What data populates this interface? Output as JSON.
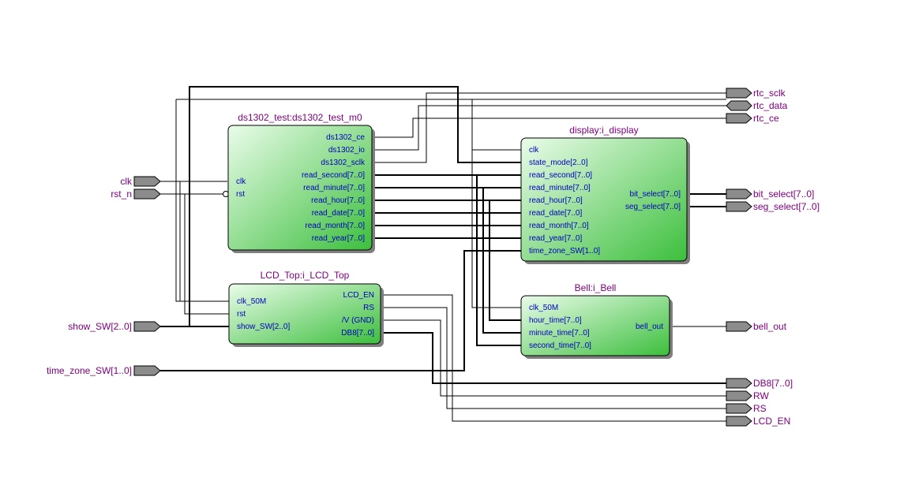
{
  "blocks": {
    "ds1302": {
      "title": "ds1302_test:ds1302_test_m0",
      "inputs": [
        "clk",
        "rst"
      ],
      "outputs": [
        "ds1302_ce",
        "ds1302_io",
        "ds1302_sclk",
        "read_second[7..0]",
        "read_minute[7..0]",
        "read_hour[7..0]",
        "read_date[7..0]",
        "read_month[7..0]",
        "read_year[7..0]"
      ]
    },
    "display": {
      "title": "display:i_display",
      "inputs": [
        "clk",
        "state_mode[2..0]",
        "read_second[7..0]",
        "read_minute[7..0]",
        "read_hour[7..0]",
        "read_date[7..0]",
        "read_month[7..0]",
        "read_year[7..0]",
        "time_zone_SW[1..0]"
      ],
      "outputs": [
        "bit_select[7..0]",
        "seg_select[7..0]"
      ]
    },
    "lcd": {
      "title": "LCD_Top:i_LCD_Top",
      "inputs": [
        "clk_50M",
        "rst",
        "show_SW[2..0]"
      ],
      "outputs": [
        "LCD_EN",
        "RS",
        "/V (GND)",
        "DB8[7..0]"
      ]
    },
    "bell": {
      "title": "Bell:i_Bell",
      "inputs": [
        "clk_50M",
        "hour_time[7..0]",
        "minute_time[7..0]",
        "second_time[7..0]"
      ],
      "outputs": [
        "bell_out"
      ]
    }
  },
  "pins": {
    "inputs": {
      "clk": "clk",
      "rst_n": "rst_n",
      "show_sw": "show_SW[2..0]",
      "time_zone_sw": "time_zone_SW[1..0]"
    },
    "outputs": {
      "rtc_sclk": "rtc_sclk",
      "rtc_data": "rtc_data",
      "rtc_ce": "rtc_ce",
      "bit_select": "bit_select[7..0]",
      "seg_select": "seg_select[7..0]",
      "bell_out": "bell_out",
      "db8": "DB8[7..0]",
      "rw": "RW",
      "rs": "RS",
      "lcd_en": "LCD_EN"
    }
  },
  "colors": {
    "block_fill_light": "#e8fbe8",
    "block_fill_dark": "#3cbf3c",
    "block_title": "#800080",
    "port_text": "#0000c0",
    "pin_fill": "#8c8c8c"
  }
}
